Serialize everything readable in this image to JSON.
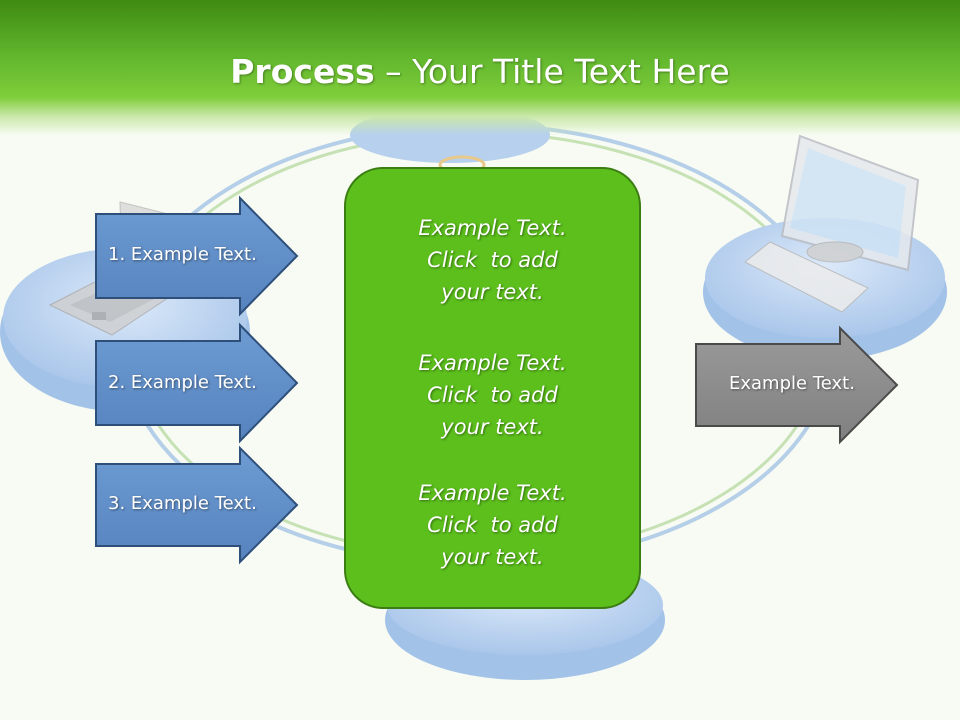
{
  "title": {
    "bold": "Process",
    "rest": " – Your Title Text Here"
  },
  "colors": {
    "header_green": "#4fa11e",
    "center_box": "#5cbf1c",
    "arrow_blue": "#5f8fc8",
    "arrow_gray": "#8c8c8c"
  },
  "input_arrows": [
    {
      "label": "1. Example Text."
    },
    {
      "label": "2. Example Text."
    },
    {
      "label": "3. Example Text."
    }
  ],
  "center_box": {
    "blocks": [
      {
        "line1": "Example Text.",
        "line2": "Click  to add",
        "line3": "your text."
      },
      {
        "line1": "Example Text.",
        "line2": "Click  to add",
        "line3": "your text."
      },
      {
        "line1": "Example Text.",
        "line2": "Click  to add",
        "line3": "your text."
      }
    ]
  },
  "output_arrow": {
    "label": "Example Text."
  },
  "background_icons": [
    "laptop-icon",
    "desktop-computer-icon"
  ]
}
